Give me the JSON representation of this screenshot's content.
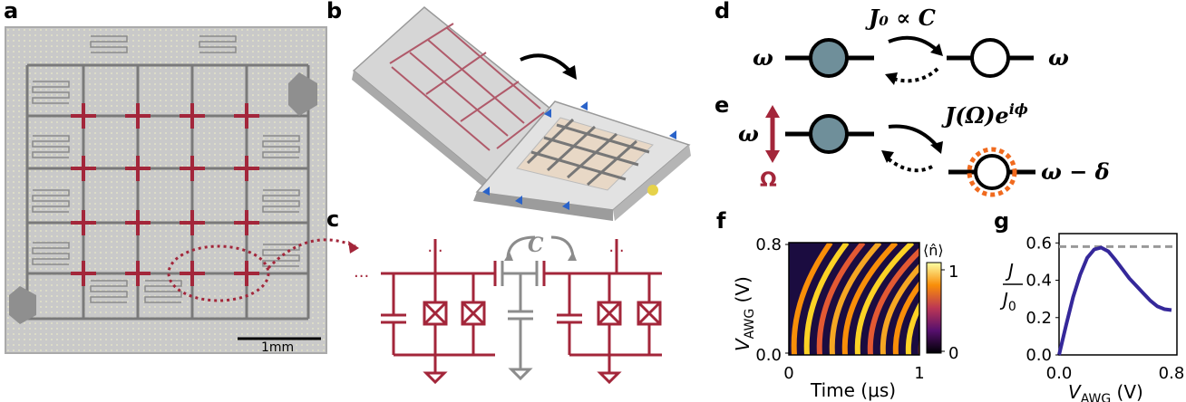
{
  "panel_labels": {
    "a": "a",
    "b": "b",
    "c": "c",
    "d": "d",
    "e": "e",
    "f": "f",
    "g": "g"
  },
  "panel_a": {
    "scale_bar": "1mm"
  },
  "panel_c": {
    "coupling_cap": "C",
    "ellipsis": "..."
  },
  "panel_d": {
    "left_freq": "ω",
    "right_freq": "ω",
    "coupling": "J₀ ∝ C"
  },
  "panel_e": {
    "left_freq": "ω",
    "modulation": "Ω",
    "right_freq": "ω − δ",
    "coupling": "J(Ω)e^{iϕ}",
    "coupling_base": "J(Ω)e",
    "coupling_sup": "iϕ"
  },
  "panel_f": {
    "xlabel": "Time (μs)",
    "ylabel": "V",
    "ylabel_sub": "AWG",
    "ylabel_unit": " (V)",
    "xticks": [
      "0",
      "1"
    ],
    "yticks": [
      "0.0",
      "0.8"
    ],
    "cbar_label": "⟨n̂⟩",
    "cbar_ticks": [
      "0",
      "1"
    ]
  },
  "panel_g": {
    "ylabel_num": "J",
    "ylabel_den": "J",
    "ylabel_den_sub": "0",
    "xlabel": "V",
    "xlabel_sub": "AWG",
    "xlabel_unit": " (V)",
    "xticks": [
      "0.0",
      "0.8"
    ],
    "yticks": [
      "0.0",
      "0.2",
      "0.4",
      "0.6"
    ]
  },
  "colors": {
    "circuit": "#a3263a",
    "gray": "#8c8c8c",
    "qubit_fill": "#6f8f9a",
    "curve": "#35289a",
    "ring": "#f06a1e"
  },
  "chart_data": [
    {
      "type": "heatmap",
      "xlabel": "Time (μs)",
      "ylabel": "V_AWG (V)",
      "xlim": [
        0,
        1
      ],
      "ylim": [
        0,
        0.8
      ],
      "colorbar": {
        "label": "⟨n̂⟩",
        "range": [
          0,
          1
        ],
        "colormap": "inferno"
      },
      "description_values": {
        "fringes": "chevron oscillations, frequency rising with V_AWG"
      }
    },
    {
      "type": "line",
      "xlabel": "V_AWG (V)",
      "ylabel": "J / J0",
      "xlim": [
        0,
        0.8
      ],
      "ylim": [
        0,
        0.65
      ],
      "reference_line": {
        "y": 0.58,
        "style": "dashed"
      },
      "series": [
        {
          "x": [
            0.0,
            0.05,
            0.1,
            0.15,
            0.2,
            0.25,
            0.3,
            0.35,
            0.4,
            0.45,
            0.5,
            0.55,
            0.6,
            0.65,
            0.7,
            0.75,
            0.8
          ],
          "values": [
            0.0,
            0.16,
            0.31,
            0.43,
            0.52,
            0.565,
            0.575,
            0.555,
            0.51,
            0.46,
            0.41,
            0.37,
            0.33,
            0.29,
            0.26,
            0.245,
            0.24
          ]
        }
      ]
    }
  ]
}
